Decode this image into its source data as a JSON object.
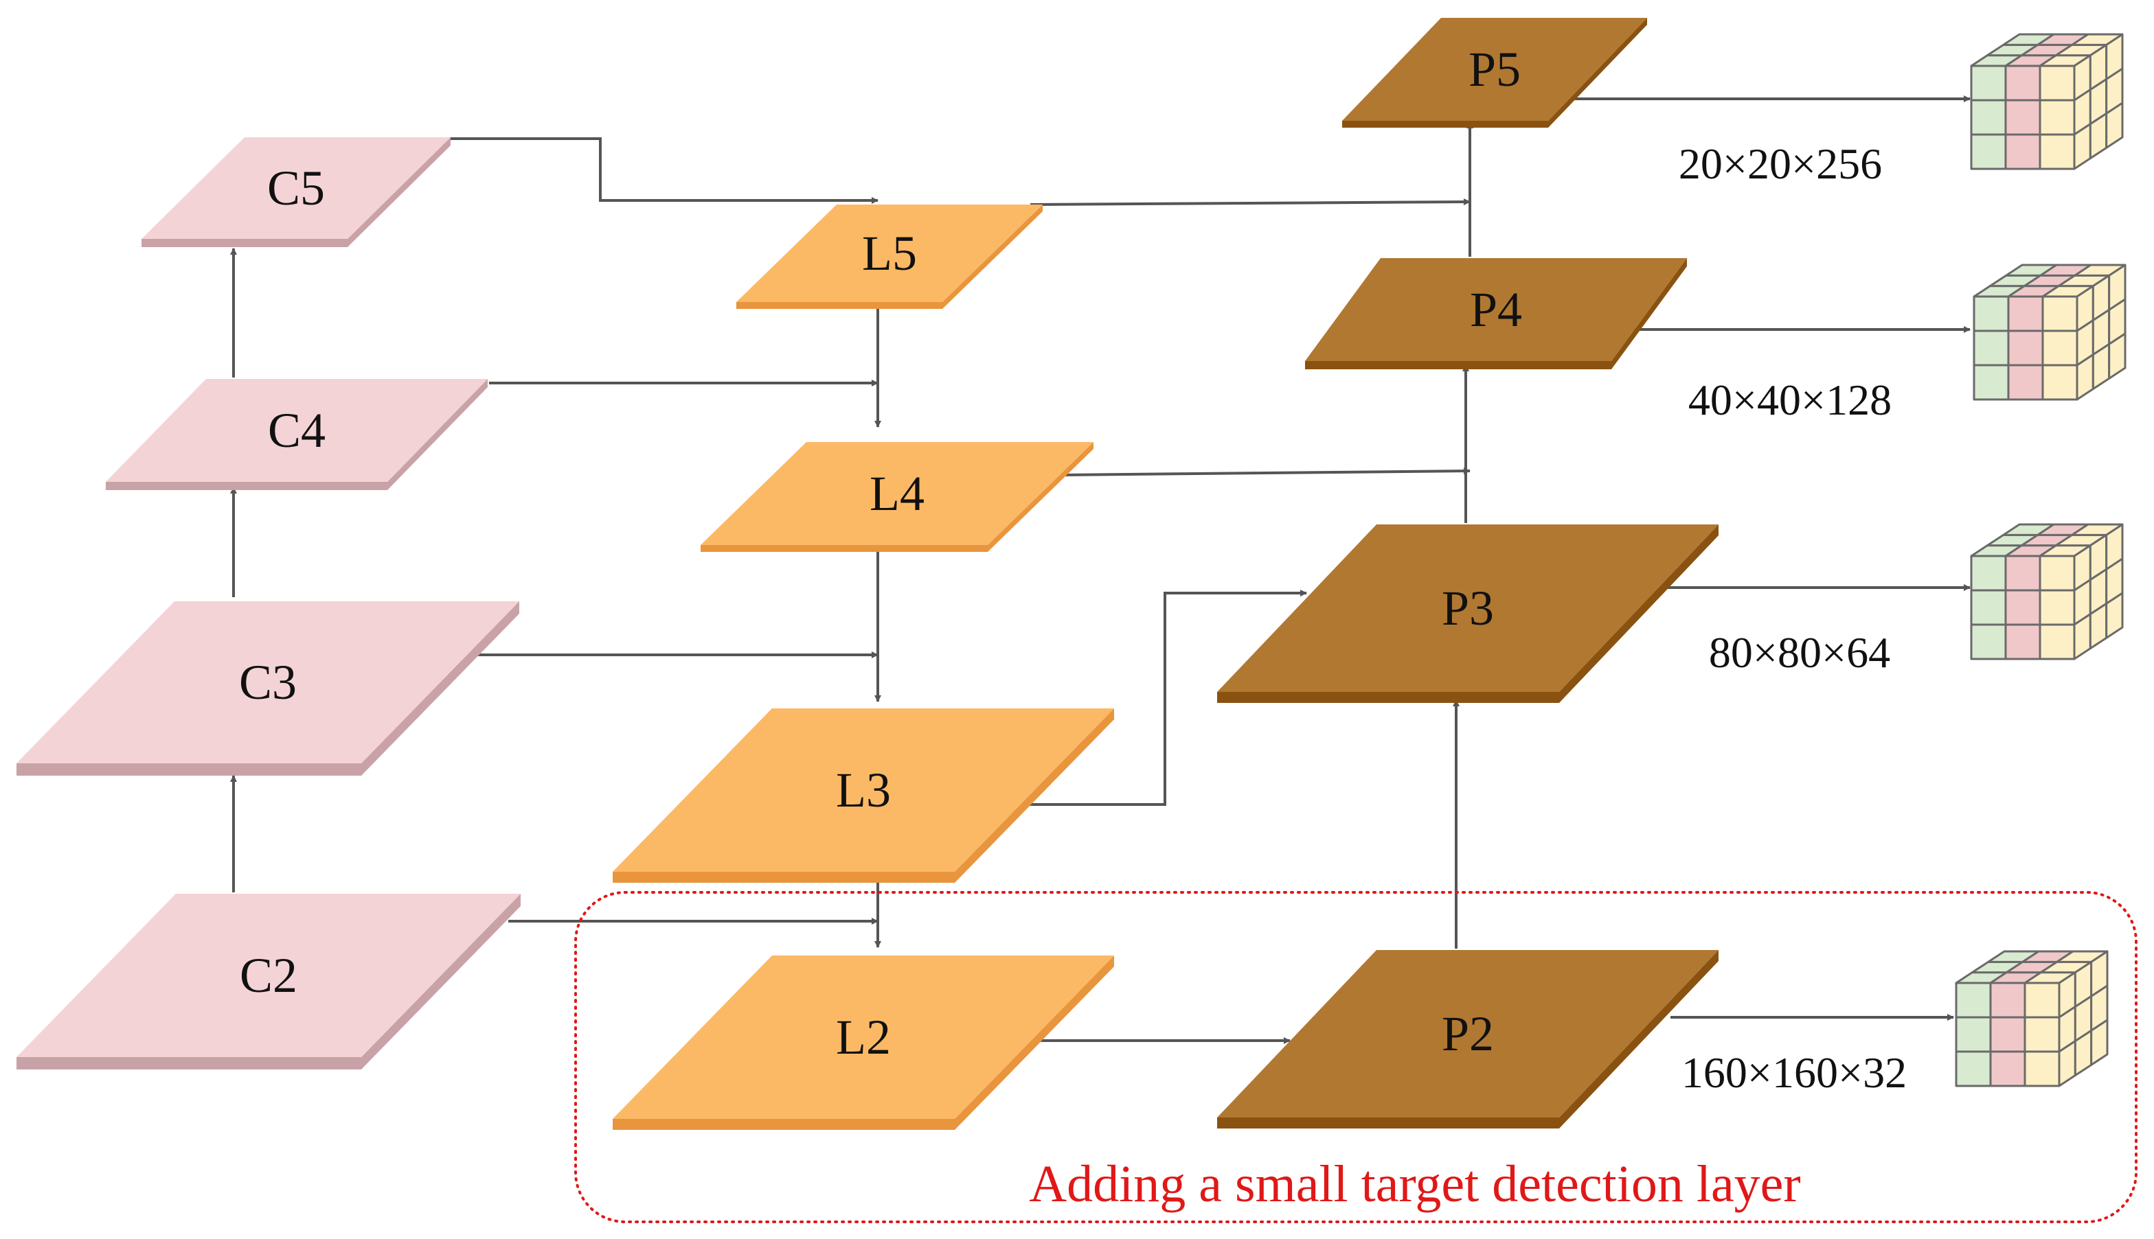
{
  "colors": {
    "c_top": "#f4d3d6",
    "c_side": "#c9a2a7",
    "l_top": "#fcb965",
    "l_side": "#e8953e",
    "p_top": "#b17832",
    "p_side": "#8a5210",
    "arrow": "#555555",
    "region": "#e01818",
    "cube_green": "#d8ebd0",
    "cube_pink": "#f1c8c9",
    "cube_yellow": "#fdf0c6",
    "cube_line": "#6a6a6a"
  },
  "plates": [
    {
      "id": "c5",
      "label": "C5",
      "group": "c"
    },
    {
      "id": "c4",
      "label": "C4",
      "group": "c"
    },
    {
      "id": "c3",
      "label": "C3",
      "group": "c"
    },
    {
      "id": "c2",
      "label": "C2",
      "group": "c"
    },
    {
      "id": "l5",
      "label": "L5",
      "group": "l"
    },
    {
      "id": "l4",
      "label": "L4",
      "group": "l"
    },
    {
      "id": "l3",
      "label": "L3",
      "group": "l"
    },
    {
      "id": "l2",
      "label": "L2",
      "group": "l"
    },
    {
      "id": "p5",
      "label": "P5",
      "group": "p"
    },
    {
      "id": "p4",
      "label": "P4",
      "group": "p"
    },
    {
      "id": "p3",
      "label": "P3",
      "group": "p"
    },
    {
      "id": "p2",
      "label": "P2",
      "group": "p"
    }
  ],
  "outputs": [
    {
      "id": "out5",
      "dims": "20×20×256"
    },
    {
      "id": "out4",
      "dims": "40×40×128"
    },
    {
      "id": "out3",
      "dims": "80×80×64"
    },
    {
      "id": "out2",
      "dims": "160×160×32"
    }
  ],
  "region": {
    "label": "Adding a small target detection layer"
  }
}
